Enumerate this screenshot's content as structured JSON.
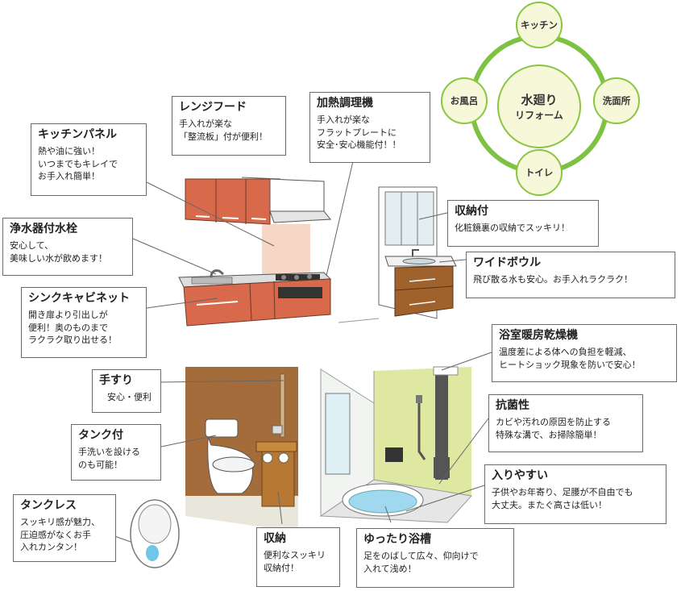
{
  "colors": {
    "ring": "#7dc242",
    "circle_fill": "#f7f7d9",
    "cabinet": "#d8694a",
    "wood": "#a0622c",
    "bath_wall": "#dfe8a0",
    "pipe_line": "#666666"
  },
  "hub": {
    "title": "水廻り",
    "subtitle": "リフォーム"
  },
  "hub_nodes": [
    "キッチン",
    "洗面所",
    "トイレ",
    "お風呂"
  ],
  "callouts": {
    "range_hood": {
      "title": "レンジフード",
      "body": "手入れが楽な\n「整流板」付が便利！"
    },
    "cooker": {
      "title": "加熱調理機",
      "body": "手入れが楽な\nフラットプレートに\n安全･安心機能付！！"
    },
    "kitchen_panel": {
      "title": "キッチンパネル",
      "body": "熱や油に強い！\nいつまでもキレイで\nお手入れ簡単！"
    },
    "faucet": {
      "title": "浄水器付水栓",
      "body": "安心して、\n美味しい水が飲めます！"
    },
    "sink_cabinet": {
      "title": "シンクキャビネット",
      "body": "開き扉より引出しが\n便利！奥のものまで\nラクラク取り出せる！"
    },
    "storage_mirror": {
      "title": "収納付",
      "body": "化粧鏡裏の収納でスッキリ！"
    },
    "wide_bowl": {
      "title": "ワイドボウル",
      "body": "飛び散る水も安心。お手入れラクラク！"
    },
    "bath_dryer": {
      "title": "浴室暖房乾燥機",
      "body": "温度差による体への負担を軽減、\nヒートショック現象を防いで安心！"
    },
    "antibacterial": {
      "title": "抗菌性",
      "body": "カビや汚れの原因を防止する\n特殊な溝で、お掃除簡単！"
    },
    "easy_entry": {
      "title": "入りやすい",
      "body": "子供やお年寄り、足腰が不自由でも\n大丈夫。またぐ高さは低い！"
    },
    "relax_tub": {
      "title": "ゆったり浴槽",
      "body": "足をのばして広々、仰向けで\n入れて浅め！"
    },
    "handrail": {
      "title": "手すり",
      "body": "安心・便利"
    },
    "tank": {
      "title": "タンク付",
      "body": "手洗いを設ける\nのも可能！"
    },
    "tankless": {
      "title": "タンクレス",
      "body": "スッキリ感が魅力、\n圧迫感がなくお手\n入れカンタン！"
    },
    "toilet_storage": {
      "title": "収納",
      "body": "便利なスッキリ\n収納付！"
    }
  }
}
